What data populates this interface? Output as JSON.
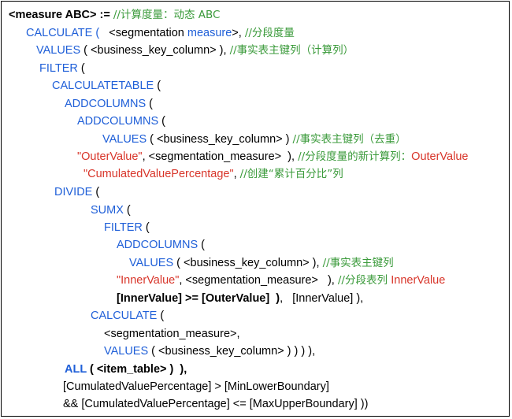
{
  "lines": [
    [
      [
        "<measure ABC> := ",
        "kb"
      ],
      [
        "//计算度量：动态 ABC",
        "g"
      ]
    ],
    [
      [
        "CALCULATE ( ",
        "b"
      ],
      [
        "  <segmentation ",
        "k"
      ],
      [
        "measure",
        "b"
      ],
      [
        ">, ",
        "k"
      ],
      [
        "//分段度量",
        "g"
      ]
    ],
    [
      [
        "VALUES",
        "b"
      ],
      [
        " ( <business_key_column> ), ",
        "k"
      ],
      [
        "//事实表主键列（计算列）",
        "g"
      ]
    ],
    [
      [
        "FILTER",
        "b"
      ],
      [
        " (",
        "k"
      ]
    ],
    [
      [
        "CALCULATETABLE",
        "b"
      ],
      [
        " (",
        "k"
      ]
    ],
    [
      [
        "ADDCOLUMNS",
        "b"
      ],
      [
        " (",
        "k"
      ]
    ],
    [
      [
        "ADDCOLUMNS",
        "b"
      ],
      [
        " (",
        "k"
      ]
    ],
    [
      [
        "VALUES",
        "b"
      ],
      [
        " ( <business_key_column> ) ",
        "k"
      ],
      [
        "//事实表主键列（去重）",
        "g"
      ]
    ],
    [
      [
        "\"OuterValue\"",
        "r"
      ],
      [
        ", <segmentation_measure>  ), ",
        "k"
      ],
      [
        "//分段度量的新计算列：",
        "g"
      ],
      [
        "OuterValue",
        "r"
      ]
    ],
    [
      [
        "\"CumulatedValuePercentage\"",
        "r"
      ],
      [
        ", ",
        "k"
      ],
      [
        "//创建“累计百分比”列",
        "g"
      ]
    ],
    [
      [
        "DIVIDE",
        "b"
      ],
      [
        " (",
        "k"
      ]
    ],
    [
      [
        "SUMX",
        "b"
      ],
      [
        " (",
        "k"
      ]
    ],
    [
      [
        "FILTER",
        "b"
      ],
      [
        " (",
        "k"
      ]
    ],
    [
      [
        "ADDCOLUMNS",
        "b"
      ],
      [
        " (",
        "k"
      ]
    ],
    [
      [
        "VALUES",
        "b"
      ],
      [
        " ( <business_key_column> ), ",
        "k"
      ],
      [
        "//事实表主键列",
        "g"
      ]
    ],
    [
      [
        "\"InnerValue\"",
        "r"
      ],
      [
        ", <segmentation_measure>   ), ",
        "k"
      ],
      [
        "//分段表列 ",
        "g"
      ],
      [
        "InnerValue",
        "r"
      ]
    ],
    [
      [
        "[InnerValue] >= [OuterValue]  )",
        "kb"
      ],
      [
        ",   [InnerValue] ),",
        "k"
      ]
    ],
    [
      [
        "CALCULATE",
        "b"
      ],
      [
        " (",
        "k"
      ]
    ],
    [
      [
        "<segmentation_measure>,",
        "k"
      ]
    ],
    [
      [
        "VALUES",
        "b"
      ],
      [
        " ( <business_key_column> ) ) ) ),",
        "k"
      ]
    ],
    [
      [
        "ALL",
        "bb"
      ],
      [
        " ( <item_table> )  ),",
        "kb"
      ]
    ],
    [
      [
        "[CumulatedValuePercentage] > [MinLowerBoundary]",
        "k"
      ]
    ],
    [
      [
        "&& [CumulatedValuePercentage] <= [MaxUpperBoundary] ))",
        "k"
      ]
    ]
  ]
}
